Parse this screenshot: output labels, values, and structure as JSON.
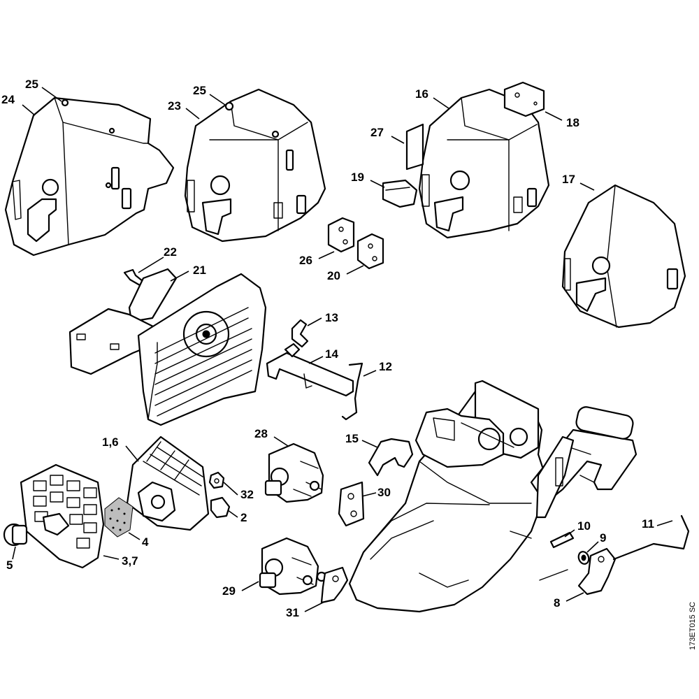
{
  "diagram": {
    "reference_code": "173ET015 SC",
    "callouts": {
      "c1_6": "1,6",
      "c2": "2",
      "c3_7": "3,7",
      "c4": "4",
      "c5": "5",
      "c8": "8",
      "c9": "9",
      "c10": "10",
      "c11": "11",
      "c12": "12",
      "c13": "13",
      "c14": "14",
      "c15": "15",
      "c16": "16",
      "c17": "17",
      "c18": "18",
      "c19": "19",
      "c20": "20",
      "c21": "21",
      "c22": "22",
      "c23": "23",
      "c24": "24",
      "c25a": "25",
      "c25b": "25",
      "c26": "26",
      "c27": "27",
      "c28": "28",
      "c29": "29",
      "c30": "30",
      "c31": "31",
      "c32": "32"
    }
  }
}
